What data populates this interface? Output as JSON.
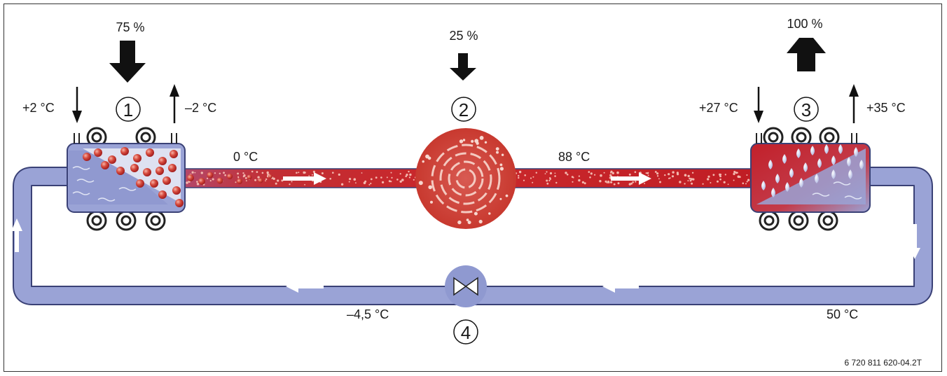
{
  "labels": {
    "pct_left": "75 %",
    "pct_center": "25 %",
    "pct_right": "100 %",
    "temp_in_left": "+2 °C",
    "temp_out_left": "–2 °C",
    "temp_in_right": "+27 °C",
    "temp_out_right": "+35 °C",
    "temp_evap_out": "0 °C",
    "temp_comp_out": "88 °C",
    "temp_valve_out": "–4,5 °C",
    "temp_cond_out": "50 °C",
    "doc_code": "6 720 811 620-04.2T"
  },
  "stages": [
    {
      "number": "1"
    },
    {
      "number": "2"
    },
    {
      "number": "3"
    },
    {
      "number": "4"
    }
  ],
  "colors": {
    "pipe_fill": "#9aa3d6",
    "pipe_stroke": "#3a4176",
    "hot": "#c8272b",
    "valve_fill": "#8f99d0",
    "arrow": "#111111"
  }
}
